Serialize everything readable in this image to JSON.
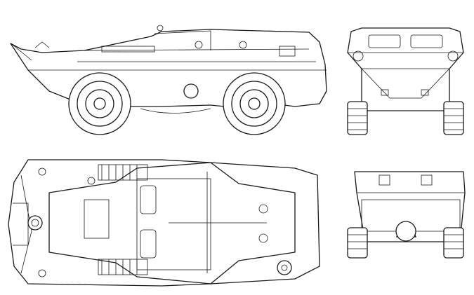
{
  "drawing": {
    "views": [
      "side",
      "front",
      "top",
      "rear"
    ],
    "line_color": "#1a1a1a",
    "background": "#ffffff"
  }
}
